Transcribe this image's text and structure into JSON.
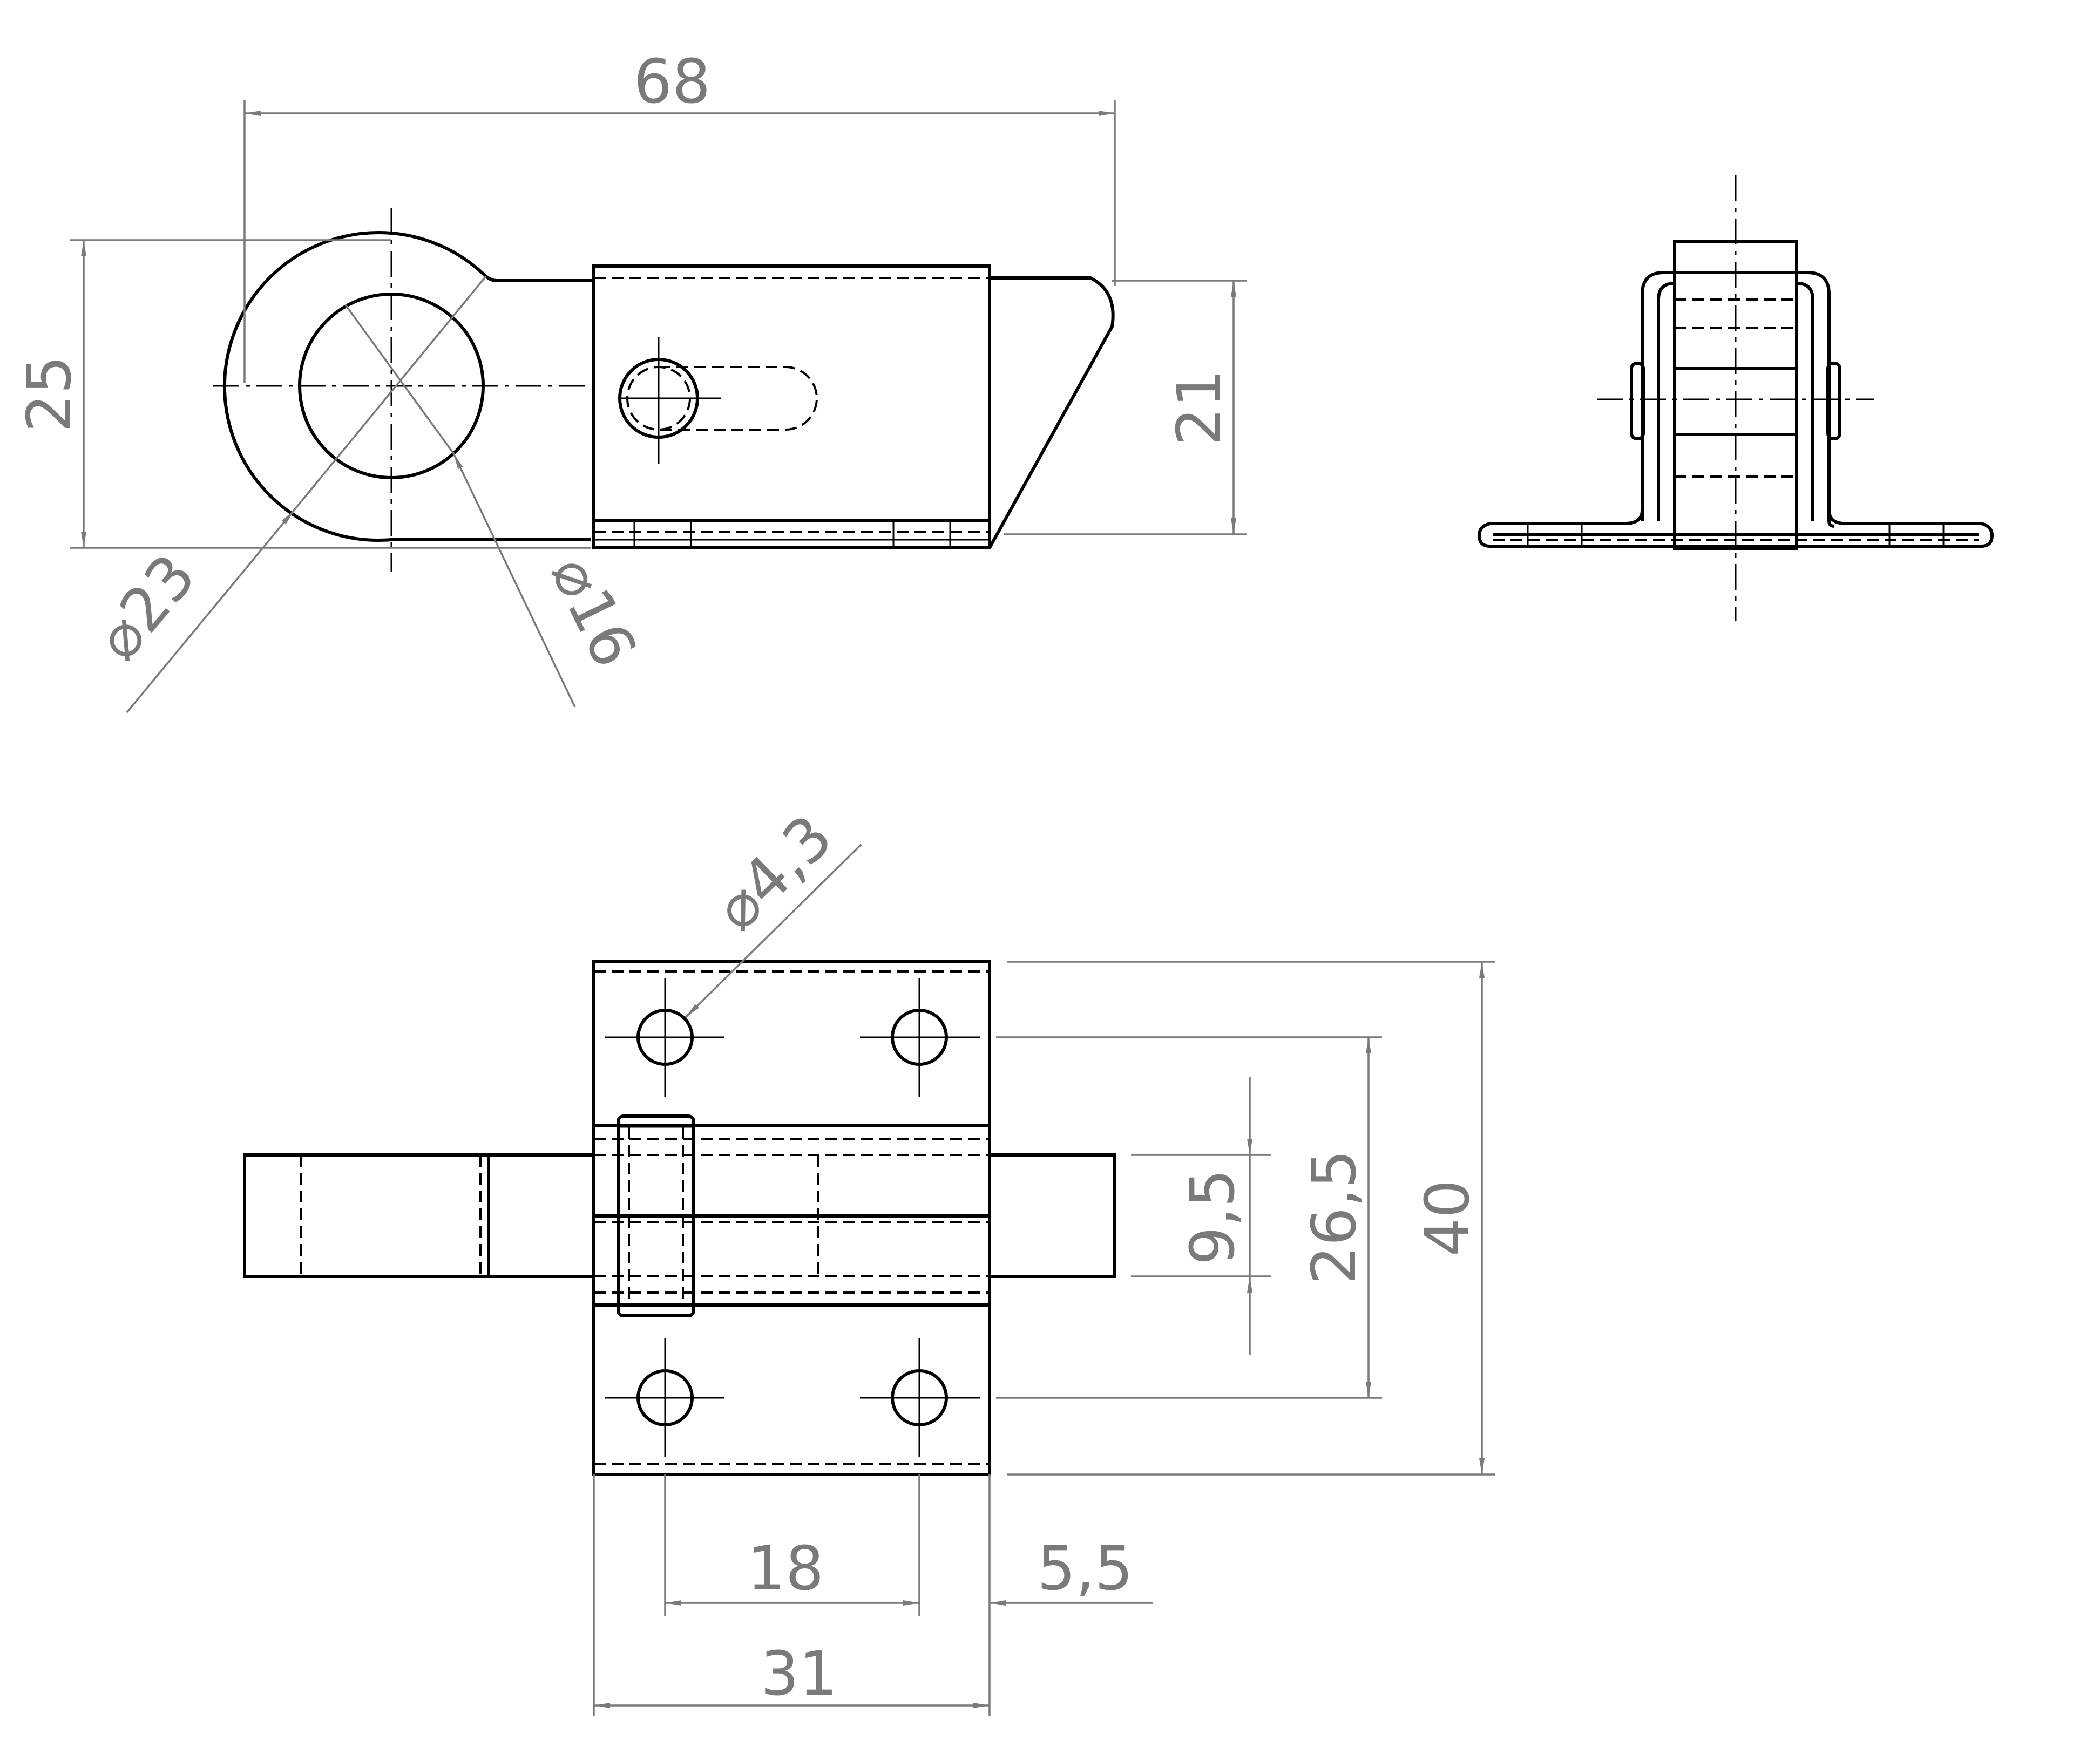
{
  "dimensions": {
    "overall_length": "68",
    "eye_height": "25",
    "base_height": "21",
    "outer_diameter": "⌀23",
    "bore_diameter": "⌀16",
    "hole_diameter": "⌀4,3",
    "bolt_width": "9,5",
    "hole_spacing_v": "26,5",
    "plate_height": "40",
    "hole_spacing_h": "18",
    "edge_offset": "5,5",
    "plate_width": "31"
  }
}
